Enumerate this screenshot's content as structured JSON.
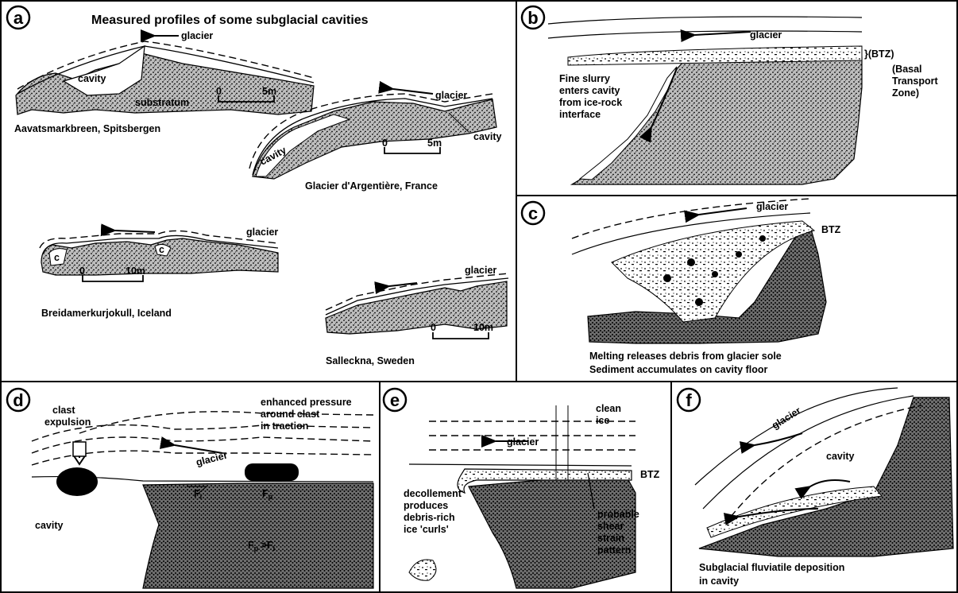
{
  "panels": {
    "a": {
      "letter": "a",
      "title": "Measured profiles of some subglacial cavities",
      "sites": [
        {
          "name": "Aavatsmarkbreen, Spitsbergen",
          "glacier": "glacier",
          "cavity": "cavity",
          "substratum": "substratum",
          "scale": "0",
          "scale_end": "5m"
        },
        {
          "name": "Glacier d'Argentière, France",
          "glacier": "glacier",
          "cavity": "cavity",
          "cavity2": "cavity",
          "scale": "0",
          "scale_end": "5m"
        },
        {
          "name": "Breidamerkurjokull, Iceland",
          "glacier": "glacier",
          "c1": "c",
          "c2": "c",
          "scale": "0",
          "scale_end": "10m"
        },
        {
          "name": "Salleckna, Sweden",
          "glacier": "glacier",
          "scale": "0",
          "scale_end": "10m"
        }
      ]
    },
    "b": {
      "letter": "b",
      "glacier": "glacier",
      "btz": "}(BTZ)",
      "btz_full": [
        "(Basal",
        "Transport",
        "Zone)"
      ],
      "caption": [
        "Fine slurry",
        "enters cavity",
        "from ice-rock",
        "interface"
      ]
    },
    "c": {
      "letter": "c",
      "glacier": "glacier",
      "btz": "BTZ",
      "caption": [
        "Melting releases debris from glacier sole",
        "Sediment accumulates on cavity floor"
      ]
    },
    "d": {
      "letter": "d",
      "clast": [
        "clast",
        "expulsion"
      ],
      "pressure": [
        "enhanced pressure",
        "around clast",
        "in traction"
      ],
      "glacier": "glacier",
      "fi": "F",
      "fi_sub": "i",
      "fp": "F",
      "fp_sub": "p",
      "cavity": "cavity",
      "relation_a": "F",
      "relation_a_sub": "p",
      "relation_b": " >F",
      "relation_b_sub": "i"
    },
    "e": {
      "letter": "e",
      "glacier": "glacier",
      "clean_ice": [
        "clean",
        "ice"
      ],
      "btz": "BTZ",
      "decollement": [
        "decollement",
        "produces",
        "debris-rich",
        "ice 'curls'"
      ],
      "shear": [
        "probable",
        "shear",
        "strain",
        "pattern"
      ]
    },
    "f": {
      "letter": "f",
      "glacier": "glacier",
      "cavity": "cavity",
      "caption": [
        "Subglacial fluviatile deposition",
        "in cavity"
      ]
    }
  }
}
